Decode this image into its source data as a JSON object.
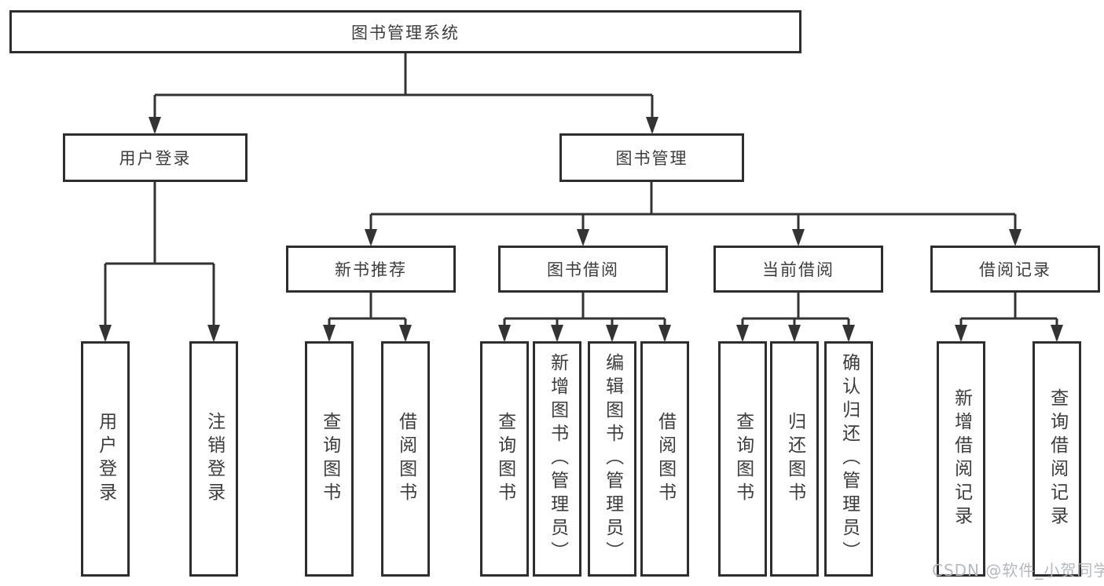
{
  "diagram": {
    "root": {
      "label": "图书管理系统"
    },
    "level2": [
      {
        "label": "用户登录"
      },
      {
        "label": "图书管理"
      }
    ],
    "level3": [
      {
        "label": "新书推荐",
        "parent": "图书管理"
      },
      {
        "label": "图书借阅",
        "parent": "图书管理"
      },
      {
        "label": "当前借阅",
        "parent": "图书管理"
      },
      {
        "label": "借阅记录",
        "parent": "图书管理"
      }
    ],
    "leaves": [
      {
        "label": "用户登录",
        "parent": "用户登录"
      },
      {
        "label": "注销登录",
        "parent": "用户登录"
      },
      {
        "label": "查询图书",
        "parent": "新书推荐"
      },
      {
        "label": "借阅图书",
        "parent": "新书推荐"
      },
      {
        "label": "查询图书",
        "parent": "图书借阅"
      },
      {
        "label": "新增图书（管理员）",
        "parent": "图书借阅"
      },
      {
        "label": "编辑图书（管理员）",
        "parent": "图书借阅"
      },
      {
        "label": "借阅图书",
        "parent": "图书借阅"
      },
      {
        "label": "查询图书",
        "parent": "当前借阅"
      },
      {
        "label": "归还图书",
        "parent": "当前借阅"
      },
      {
        "label": "确认归还（管理员）",
        "parent": "当前借阅"
      },
      {
        "label": "新增借阅记录",
        "parent": "借阅记录"
      },
      {
        "label": "查询借阅记录",
        "parent": "借阅记录"
      }
    ]
  },
  "watermark": {
    "text": "CSDN @软件_小贺同学"
  },
  "colors": {
    "line": "#333333",
    "box_border": "#2e2e2e",
    "text": "#3c3c3c",
    "background": "#ffffff",
    "watermark": "#b2b5ba"
  }
}
